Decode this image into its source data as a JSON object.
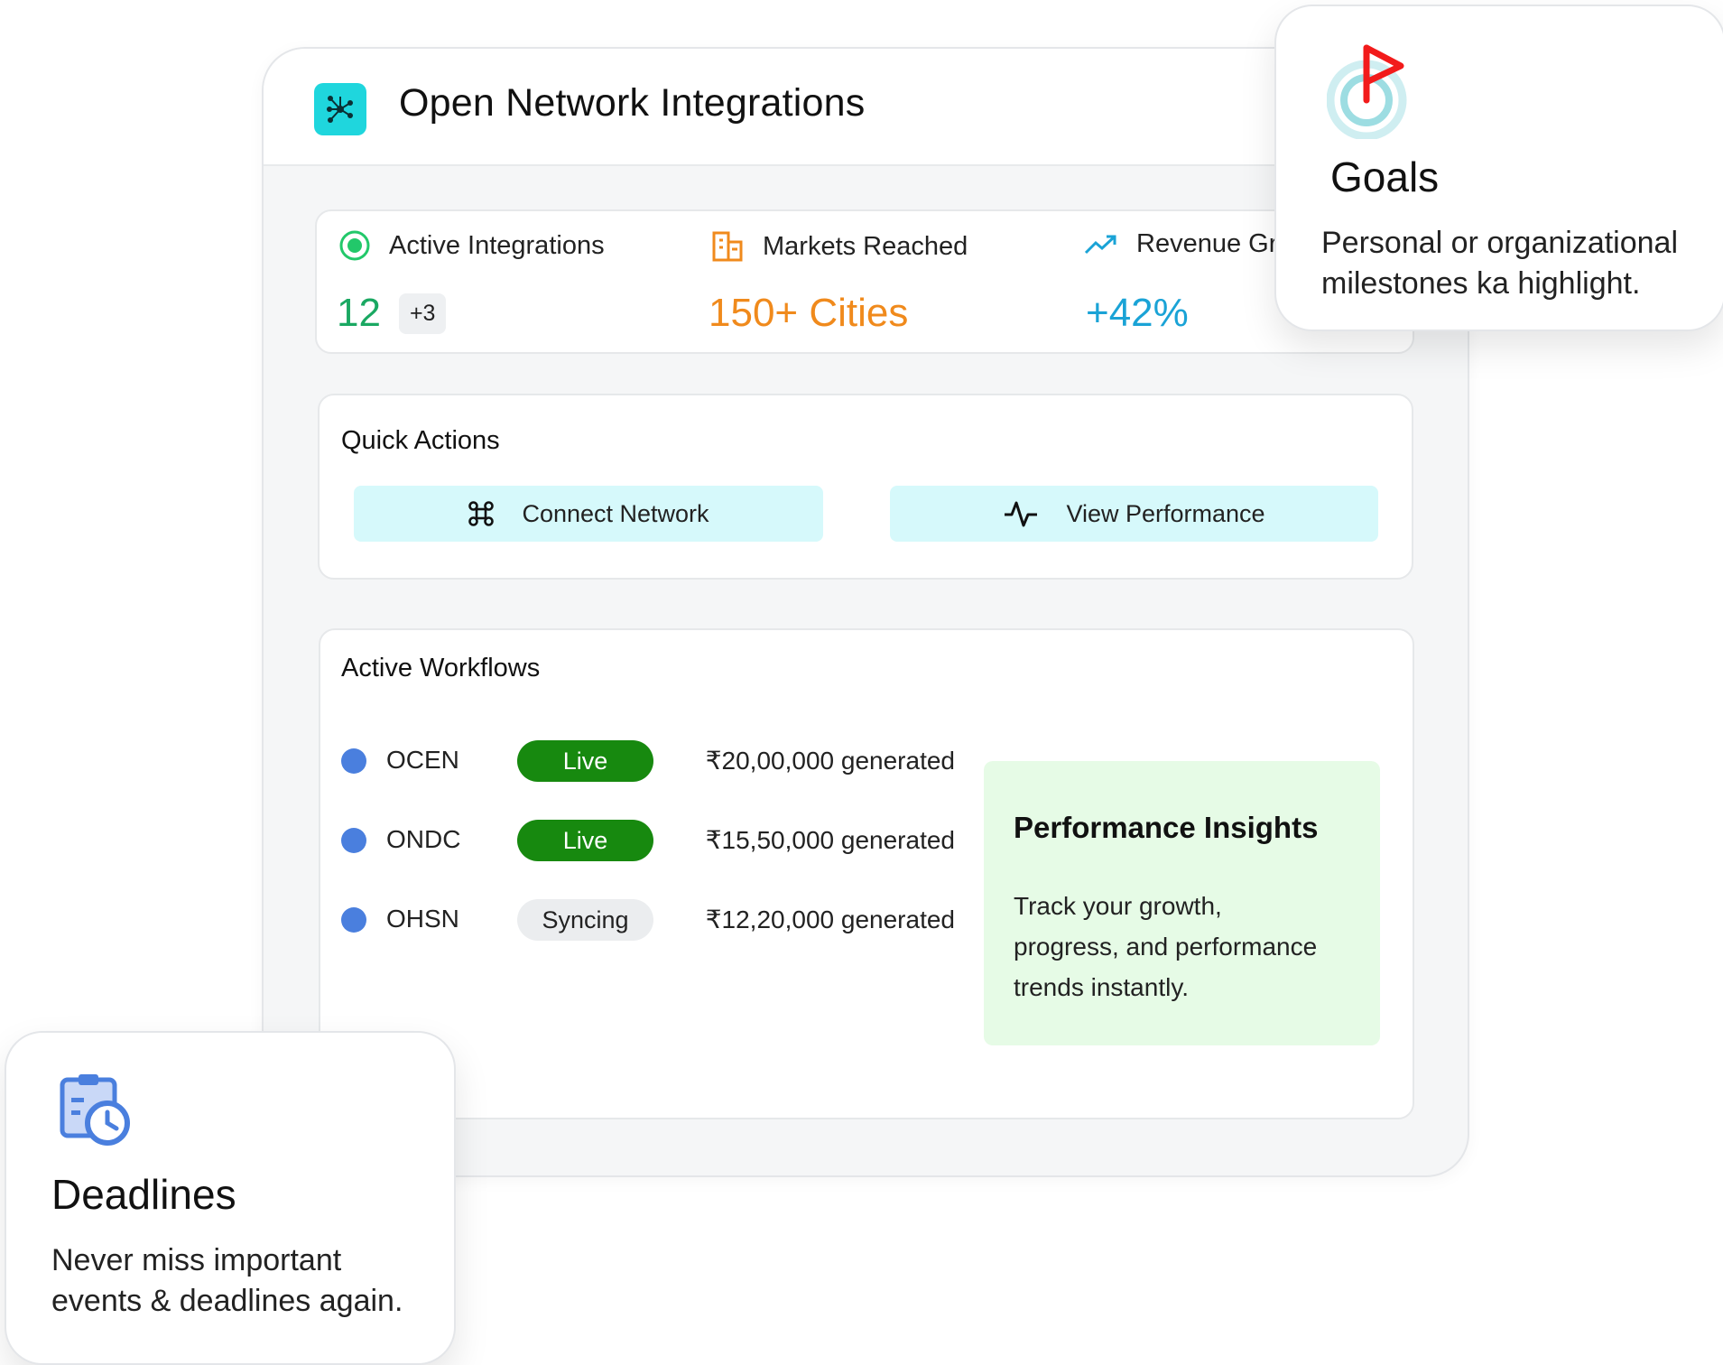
{
  "window": {
    "title": "Open Network Integrations"
  },
  "stats": [
    {
      "label": "Active Integrations",
      "value": "12",
      "badge": "+3",
      "color": "#1aa862",
      "icon": "radio-dot-icon"
    },
    {
      "label": "Markets Reached",
      "value": "150+ Cities",
      "color": "#f08a1c",
      "icon": "building-icon"
    },
    {
      "label": "Revenue Gr",
      "value": "+42%",
      "color": "#1aa3d6",
      "icon": "trending-up-icon"
    }
  ],
  "quick_actions": {
    "title": "Quick Actions",
    "buttons": [
      {
        "label": "Connect Network",
        "icon": "command-icon"
      },
      {
        "label": "View Performance",
        "icon": "activity-icon"
      }
    ]
  },
  "workflows": {
    "title": "Active Workflows",
    "rows": [
      {
        "name": "OCEN",
        "status": "Live",
        "revenue": "₹20,00,000 generated"
      },
      {
        "name": "ONDC",
        "status": "Live",
        "revenue": "₹15,50,000 generated"
      },
      {
        "name": "OHSN",
        "status": "Syncing",
        "revenue": "₹12,20,000 generated"
      }
    ],
    "insight": {
      "title": "Performance Insights",
      "lines": [
        "Track your growth,",
        "progress, and performance",
        "trends instantly."
      ]
    }
  },
  "goals": {
    "title": "Goals",
    "lines": [
      "Personal or organizational",
      "milestones ka highlight."
    ],
    "icon": "target-flag-icon"
  },
  "deadlines": {
    "title": "Deadlines",
    "lines": [
      "Never miss important",
      "events & deadlines again."
    ],
    "icon": "calendar-clock-icon"
  },
  "colors": {
    "accent_cyan": "#1fd6dd",
    "live_green": "#17890f",
    "dot_blue": "#4a7fde",
    "flag_red": "#f21b1b"
  }
}
